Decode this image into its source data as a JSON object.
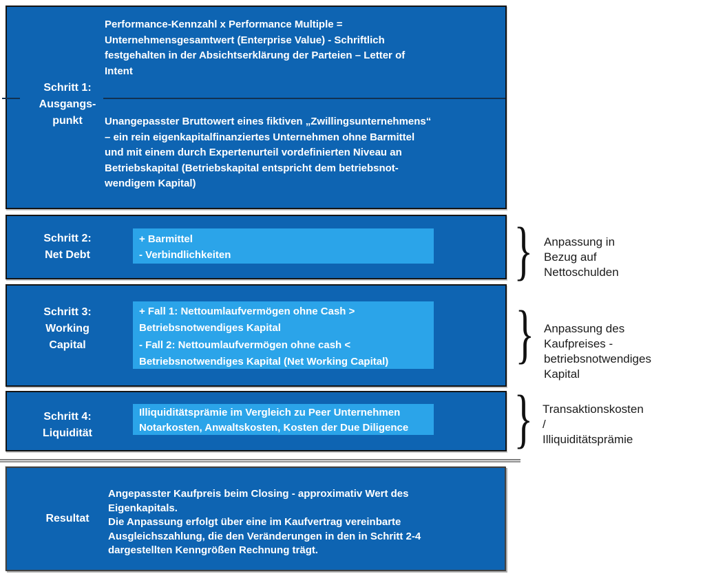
{
  "diagram": {
    "colors": {
      "box_blue": "#0e64b2",
      "inner_blue": "#2ba4e9",
      "text_white": "#ffffff",
      "annotation_text": "#1b1b1b"
    },
    "brace_glyph": "}",
    "step1": {
      "label_lines": [
        "Schritt 1:",
        "Ausgangs-",
        "punkt"
      ],
      "para1_lines": [
        "Performance-Kennzahl  x Performance Multiple =",
        "Unternehmensgesamtwert (Enterprise Value)  -  Schriftlich",
        "festgehalten in der Absichtserklärung der Parteien – Letter of",
        "Intent"
      ],
      "para2_lines": [
        "Unangepasster Bruttowert eines fiktiven „Zwillingsunternehmens“",
        "– ein rein eigenkapitalfinanziertes Unternehmen ohne Barmittel",
        "und mit einem durch Expertenurteil vordefinierten Niveau an",
        "Betriebskapital (Betriebskapital entspricht dem betriebsnot-",
        "wendigem Kapital)"
      ]
    },
    "step2": {
      "label_lines": [
        "Schritt 2:",
        "Net Debt"
      ],
      "inner_lines": [
        "+ Barmittel",
        "- Verbindlichkeiten"
      ]
    },
    "step3": {
      "label_lines": [
        "Schritt 3:",
        "Working",
        "Capital"
      ],
      "inner_para1_lines": [
        "+ Fall 1: Nettoumlaufvermögen ohne Cash >",
        "Betriebsnotwendiges Kapital"
      ],
      "inner_para2_lines": [
        "- Fall 2: Nettoumlaufvermögen ohne cash <",
        "Betriebsnotwendiges Kapital (Net Working Capital)"
      ]
    },
    "step4": {
      "label_lines": [
        "Schritt 4:",
        "Liquidität"
      ],
      "inner_lines": [
        "Illiquiditätsprämie im Vergleich zu Peer Unternehmen",
        "Notarkosten, Anwaltskosten, Kosten der Due Diligence"
      ]
    },
    "result": {
      "label": "Resultat",
      "body_lines": [
        "Angepasster Kaufpreis beim Closing - approximativ Wert des",
        "Eigenkapitals.",
        "Die Anpassung erfolgt über eine im Kaufvertrag vereinbarte",
        "Ausgleichszahlung, die den Veränderungen in den in Schritt 2-4",
        "dargestellten Kenngrößen Rechnung trägt."
      ]
    },
    "annotations": [
      {
        "lines": [
          "Anpassung in Bezug auf",
          "Nettoschulden"
        ]
      },
      {
        "lines": [
          "Anpassung des Kaufpreises -",
          "betriebsnotwendiges Kapital"
        ]
      },
      {
        "lines": [
          "Transaktionskosten /",
          "Illiquiditätsprämie"
        ]
      }
    ]
  }
}
